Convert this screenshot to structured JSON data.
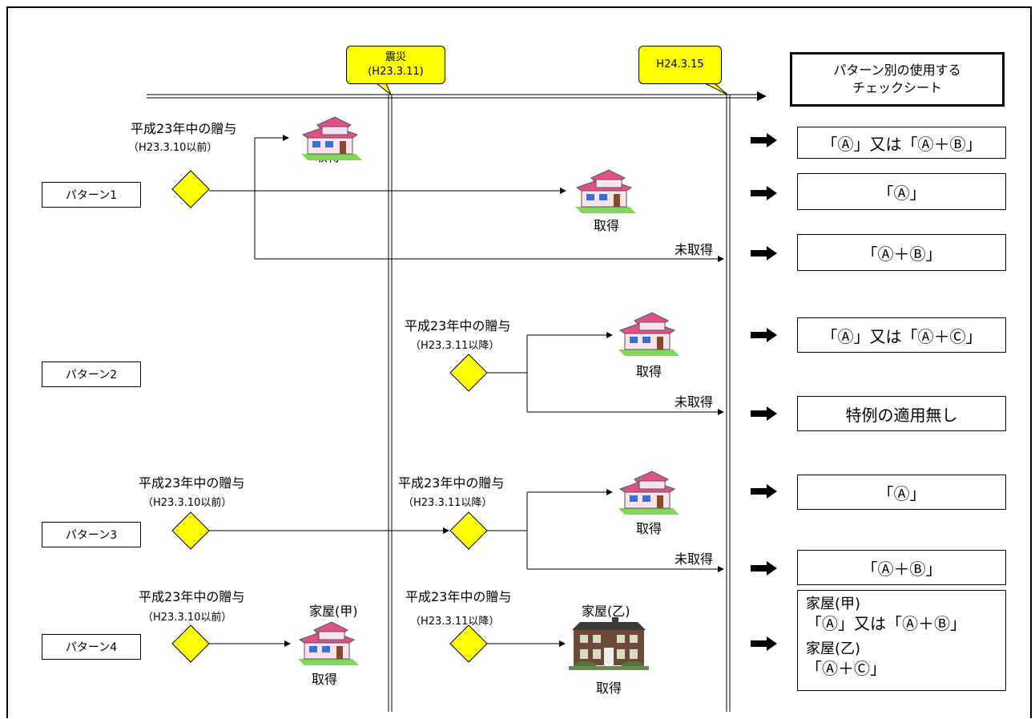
{
  "timeline": {
    "disaster": {
      "title": "震災",
      "date": "(H23.3.11)"
    },
    "deadline": "H24.3.15"
  },
  "header": {
    "line1": "パターン別の使用する",
    "line2": "チェックシート"
  },
  "patterns": [
    "パターン1",
    "パターン2",
    "パターン3",
    "パターン4"
  ],
  "labels": {
    "gift": "平成23年中の贈与",
    "before": "（H23.3.10以前）",
    "after": "（H23.3.11以降）",
    "acquired": "取得",
    "not_acquired": "未取得",
    "house_a": "家屋(甲)",
    "house_b": "家屋(乙)"
  },
  "results": [
    "「Ⓐ」又は「Ⓐ＋Ⓑ」",
    "「Ⓐ」",
    "「Ⓐ＋Ⓑ」",
    "「Ⓐ」又は「Ⓐ＋Ⓒ」",
    "特例の適用無し",
    "「Ⓐ」",
    "「Ⓐ＋Ⓑ」"
  ],
  "result_p4": {
    "house_a": "家屋(甲)",
    "house_a_sheet": "「Ⓐ」又は「Ⓐ＋Ⓑ」",
    "house_b": "家屋(乙)",
    "house_b_sheet": "「Ⓐ＋Ⓒ」"
  },
  "colors": {
    "callout": "#ffff00",
    "diamond": "#ffff00",
    "roof": "#e0508a",
    "grass": "#7ed957"
  }
}
